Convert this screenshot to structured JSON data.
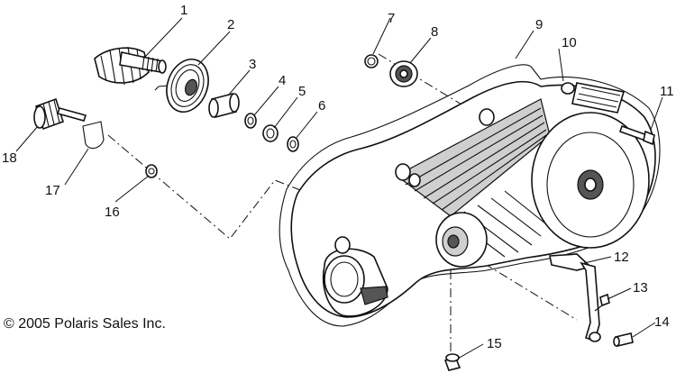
{
  "copyright": "© 2005 Polaris Sales Inc.",
  "callouts": {
    "c1": "1",
    "c2": "2",
    "c3": "3",
    "c4": "4",
    "c5": "5",
    "c6": "6",
    "c7": "7",
    "c8": "8",
    "c9": "9",
    "c10": "10",
    "c11": "11",
    "c12": "12",
    "c13": "13",
    "c14": "14",
    "c15": "15",
    "c16": "16",
    "c17": "17",
    "c18": "18"
  }
}
